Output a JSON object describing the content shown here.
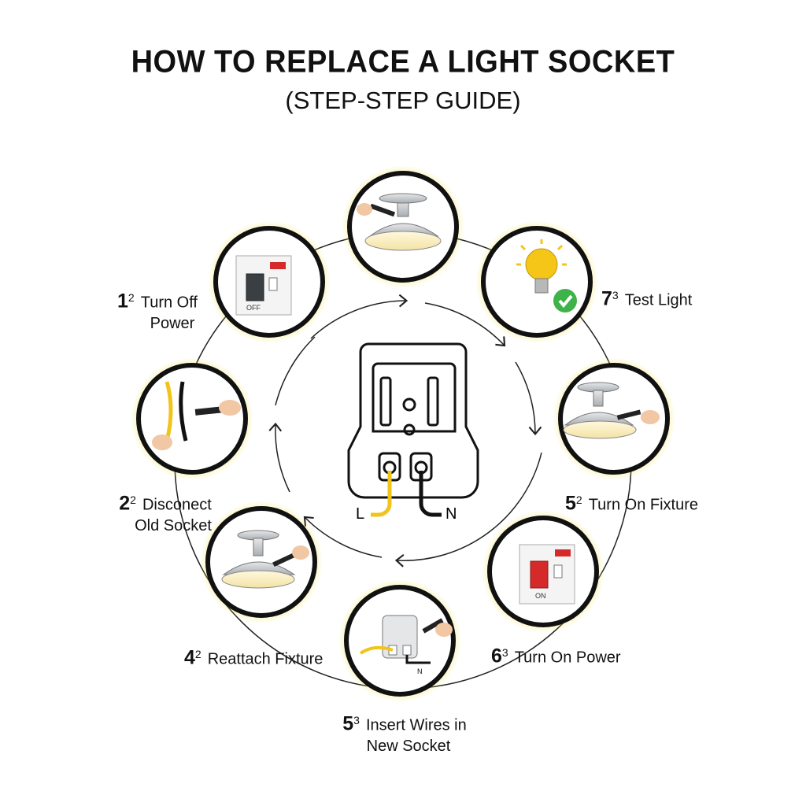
{
  "title": "HOW TO REPLACE A LIGHT SOCKET",
  "subtitle": "(STEP-STEP GUIDE)",
  "colors": {
    "highlight_glow": "#f5e04a",
    "wire_live": "#f0c419",
    "wire_neutral": "#111111",
    "check": "#3db34a",
    "switch_red": "#d42a2a"
  },
  "steps": [
    {
      "num": "1",
      "sup": "2",
      "line1": "Turn Off",
      "line2": "Power",
      "icon": "switch-off-icon"
    },
    {
      "num": "2",
      "sup": "2",
      "line1": "Disconect",
      "line2": "Old Socket",
      "icon": "cut-wire-icon"
    },
    {
      "num": "4",
      "sup": "2",
      "line1": "Reattach Fixture",
      "icon": "fixture-icon"
    },
    {
      "num": "5",
      "sup": "3",
      "line1": "Insert Wires in",
      "line2": "New Socket",
      "icon": "socket-wiring-icon"
    },
    {
      "num": "6",
      "sup": "3",
      "line1": "Turn On Power",
      "icon": "switch-on-icon"
    },
    {
      "num": "5",
      "sup": "2",
      "line1": "Turn On Fixture",
      "icon": "fixture-icon"
    },
    {
      "num": "7",
      "sup": "3",
      "line1": "Test Light",
      "icon": "bulb-check-icon"
    }
  ],
  "top_step_icon": "fixture-screwdriver-icon",
  "switch_off_text": "OFF",
  "switch_on_text": "ON",
  "center": {
    "live_label": "L",
    "neutral_label": "N",
    "icon": "socket-icon"
  },
  "small_n_label": "N"
}
